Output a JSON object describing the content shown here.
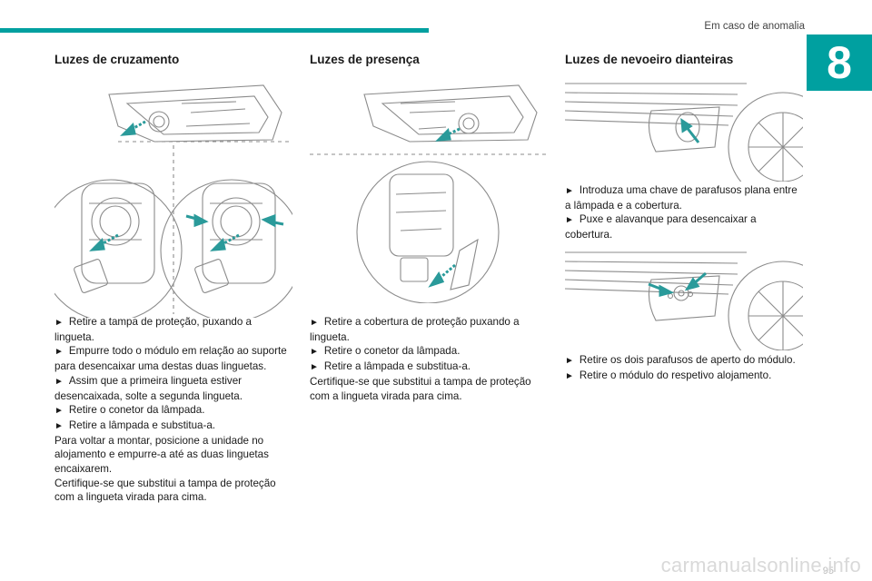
{
  "header": {
    "title": "Em caso de anomalia",
    "chapter": "8"
  },
  "colors": {
    "accent": "#00a0a0",
    "illustration": "#8b8b8b",
    "arrow": "#2a9a9a"
  },
  "sections": [
    {
      "title": "Luzes de cruzamento",
      "paragraphs": [
        {
          "bullet": true,
          "text": "Retire a tampa de proteção, puxando a lingueta."
        },
        {
          "bullet": true,
          "text": "Empurre todo o módulo em relação ao suporte para desencaixar uma destas duas linguetas."
        },
        {
          "bullet": true,
          "text": "Assim que a primeira lingueta estiver desencaixada, solte a segunda lingueta."
        },
        {
          "bullet": true,
          "text": "Retire o conetor da lâmpada."
        },
        {
          "bullet": true,
          "text": "Retire a lâmpada e substitua-a."
        },
        {
          "bullet": false,
          "text": "Para voltar a montar, posicione a unidade no alojamento e empurre-a até as duas linguetas encaixarem."
        },
        {
          "bullet": false,
          "text": "Certifique-se que substitui a tampa de proteção com a lingueta virada para cima."
        }
      ]
    },
    {
      "title": "Luzes de presença",
      "paragraphs": [
        {
          "bullet": true,
          "text": "Retire a cobertura de proteção puxando a lingueta."
        },
        {
          "bullet": true,
          "text": "Retire o conetor da lâmpada."
        },
        {
          "bullet": true,
          "text": "Retire a lâmpada e substitua-a."
        },
        {
          "bullet": false,
          "text": "Certifique-se que substitui a tampa de proteção com a lingueta virada para cima."
        }
      ]
    },
    {
      "title": "Luzes de nevoeiro dianteiras",
      "paragraphs_a": [
        {
          "bullet": true,
          "text": "Introduza uma chave de parafusos plana entre a lâmpada e a cobertura."
        },
        {
          "bullet": true,
          "text": "Puxe e alavanque para desencaixar a cobertura."
        }
      ],
      "paragraphs_b": [
        {
          "bullet": true,
          "text": "Retire os dois parafusos de aperto do módulo."
        },
        {
          "bullet": true,
          "text": "Retire o módulo do respetivo alojamento."
        }
      ]
    }
  ],
  "bullet_glyph": "►",
  "page_number": "95",
  "watermark": "carmanualsonline.info"
}
